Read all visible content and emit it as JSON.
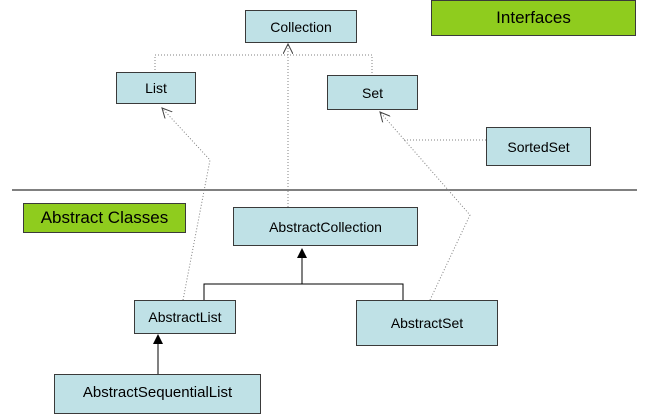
{
  "legend": {
    "interfaces": "Interfaces",
    "abstract_classes": "Abstract Classes"
  },
  "nodes": {
    "collection": "Collection",
    "list": "List",
    "set": "Set",
    "sorted_set": "SortedSet",
    "abstract_collection": "AbstractCollection",
    "abstract_list": "AbstractList",
    "abstract_set": "AbstractSet",
    "abstract_sequential_list": "AbstractSequentialList"
  },
  "colors": {
    "node_fill": "#bfe1e6",
    "tag_fill": "#8fcc1e",
    "border": "#3a3a3a",
    "line": "#404040"
  },
  "edges": [
    {
      "from": "list",
      "to": "collection",
      "style": "dotted"
    },
    {
      "from": "set",
      "to": "collection",
      "style": "dotted"
    },
    {
      "from": "sorted_set",
      "to": "set",
      "style": "dotted"
    },
    {
      "from": "abstract_collection",
      "to": "collection",
      "style": "dotted"
    },
    {
      "from": "abstract_list",
      "to": "list",
      "style": "dotted"
    },
    {
      "from": "abstract_set",
      "to": "set",
      "style": "dotted"
    },
    {
      "from": "abstract_list",
      "to": "abstract_collection",
      "style": "solid"
    },
    {
      "from": "abstract_set",
      "to": "abstract_collection",
      "style": "solid"
    },
    {
      "from": "abstract_sequential_list",
      "to": "abstract_list",
      "style": "solid"
    }
  ]
}
